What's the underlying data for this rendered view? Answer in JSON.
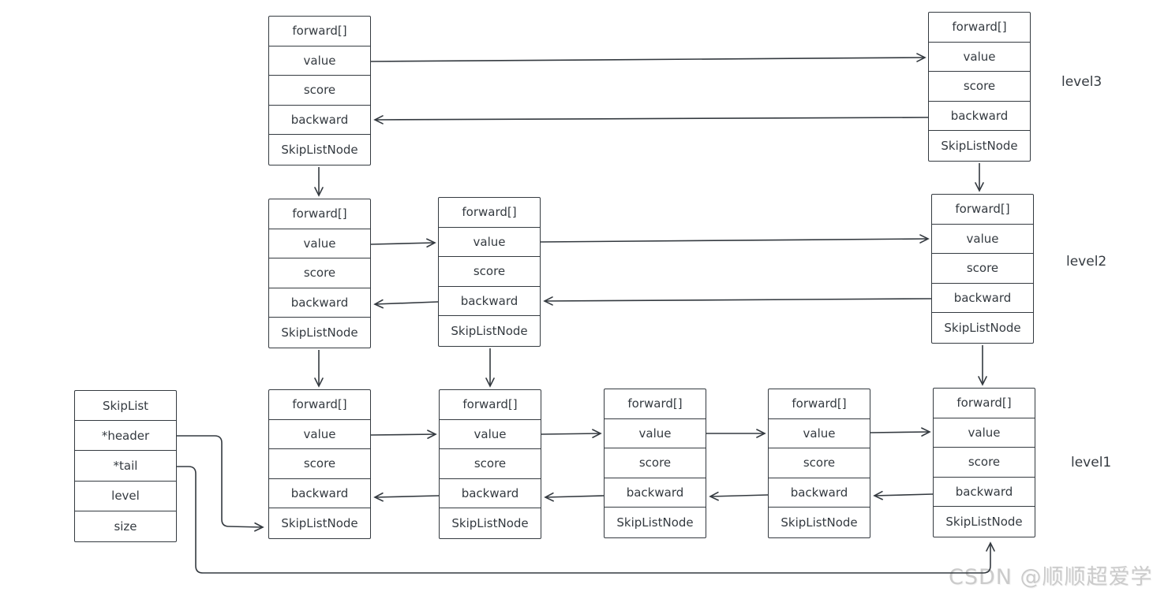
{
  "diagram": {
    "background": "#ffffff",
    "stroke_color": "#343a40",
    "watermark_color": "#cbcbcb",
    "node_fields": [
      "forward[]",
      "value",
      "score",
      "backward",
      "SkipListNode"
    ],
    "skiplist_fields": [
      "SkipList",
      "*header",
      "*tail",
      "level",
      "size"
    ],
    "level_labels": [
      "level3",
      "level2",
      "level1"
    ],
    "watermark": "CSDN @顺顺超爱学"
  }
}
